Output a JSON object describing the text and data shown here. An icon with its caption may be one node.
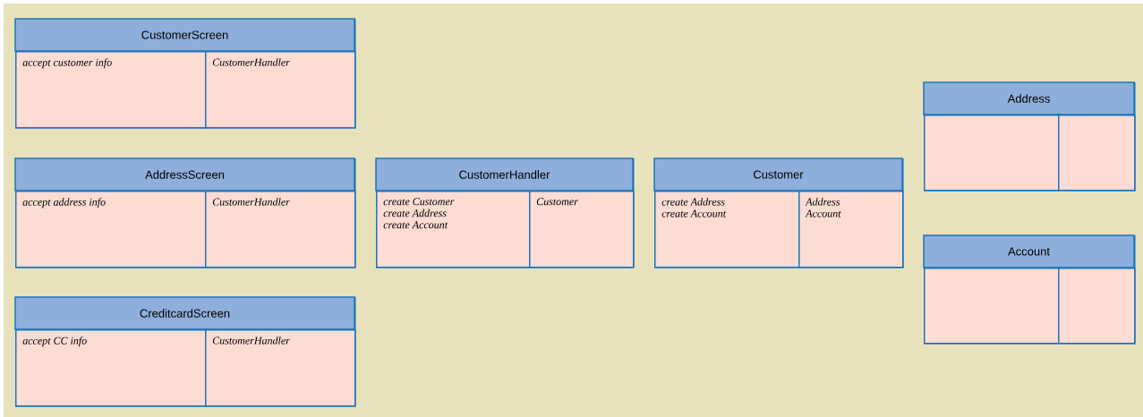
{
  "diagram": {
    "nodes": [
      {
        "text": [
          "CustomerScreen"
        ]
      },
      {
        "text": [
          "accept customer info"
        ],
        "in": 0
      },
      {
        "text": [
          "CustomerHandler"
        ],
        "in": 0
      },
      {
        "text": [
          "AddressScreen"
        ]
      },
      {
        "text": [
          "accept address info"
        ],
        "in": 3
      },
      {
        "text": [
          "CustomerHandler"
        ],
        "in": 3
      },
      {
        "text": [
          "CreditcardScreen"
        ]
      },
      {
        "text": [
          "accept CC info"
        ],
        "in": 6
      },
      {
        "text": [
          "CustomerHandler"
        ],
        "in": 6
      },
      {
        "text": [
          "CustomerHandler"
        ]
      },
      {
        "text": [
          "create Customer",
          "create Address",
          "create Account"
        ],
        "in": 9
      },
      {
        "text": [
          "Customer"
        ],
        "in": 9
      },
      {
        "text": [
          "Customer"
        ]
      },
      {
        "text": [
          "create Address",
          "create Account"
        ],
        "in": 12
      },
      {
        "text": [
          "Address",
          "Account"
        ],
        "in": 12
      },
      {
        "text": [
          "Address"
        ]
      },
      {
        "text": [],
        "shape": "box",
        "in": 15
      },
      {
        "text": [],
        "shape": "box",
        "in": 15
      },
      {
        "text": [
          "Account"
        ]
      },
      {
        "text": [],
        "shape": "box",
        "in": 18
      },
      {
        "text": [],
        "shape": "box",
        "in": 18
      }
    ]
  }
}
